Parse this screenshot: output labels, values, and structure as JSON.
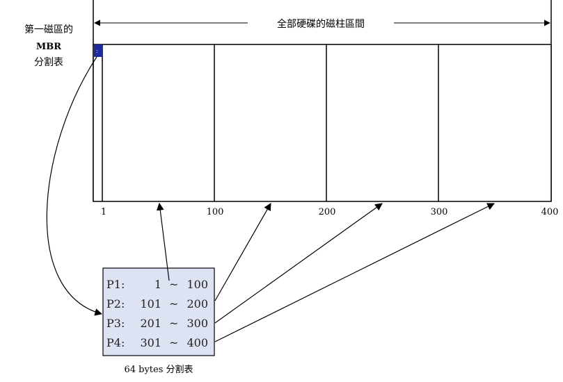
{
  "diagram": {
    "range_label": "全部硬碟的磁柱區間",
    "mbr_label": {
      "line1": "第一磁區的",
      "line2": "MBR",
      "line3": "分割表"
    },
    "ticks": [
      "1",
      "100",
      "200",
      "300",
      "400"
    ],
    "partition_table": {
      "rows": [
        {
          "name": "P1:",
          "start": "1",
          "sep": "~",
          "end": "100"
        },
        {
          "name": "P2:",
          "start": "101",
          "sep": "~",
          "end": "200"
        },
        {
          "name": "P3:",
          "start": "201",
          "sep": "~",
          "end": "300"
        },
        {
          "name": "P4:",
          "start": "301",
          "sep": "~",
          "end": "400"
        }
      ],
      "caption": "64 bytes 分割表"
    },
    "colors": {
      "mbr_block": "#1f2a9c",
      "table_fill": "#dde3f3",
      "line": "#000000"
    }
  }
}
